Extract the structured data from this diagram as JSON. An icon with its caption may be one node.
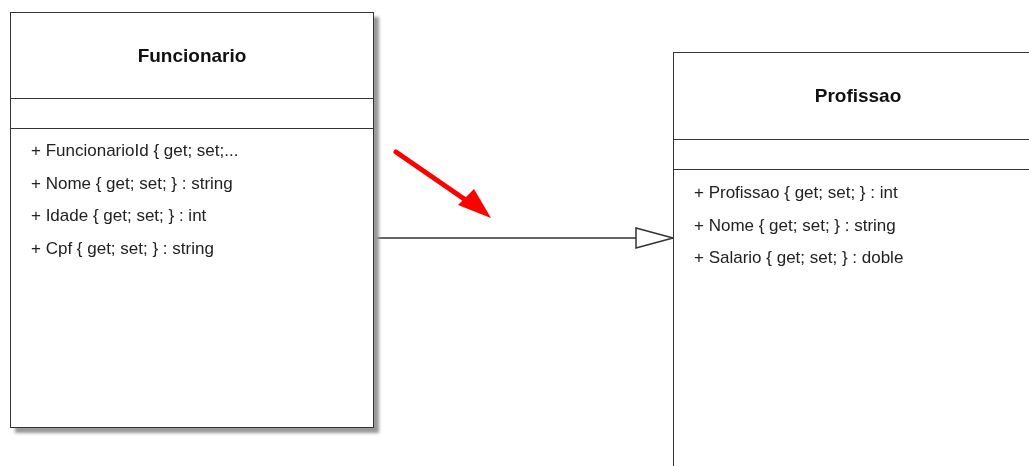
{
  "diagram": {
    "nodes": [
      {
        "text": [
          "Funcionario",
          "+ FuncionarioId { get; set;...",
          "+ Nome { get; set; } : string",
          "+ Idade { get; set; } : int",
          "+ Cpf { get; set; } : string"
        ]
      },
      {
        "text": [
          "Profissao",
          "+ Profissao { get; set; } : int",
          "+ Nome { get; set; } : string",
          "+ Salario { get; set; } : doble"
        ]
      }
    ],
    "edges": [
      {
        "from": 0,
        "to": 1,
        "arrow": "to"
      }
    ]
  }
}
